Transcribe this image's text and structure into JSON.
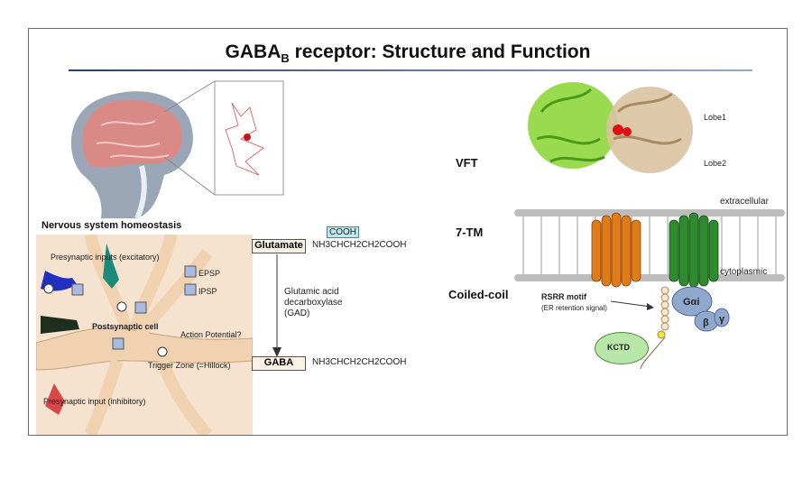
{
  "title": {
    "main": "GABA",
    "sub": "B",
    "rest": " receptor: Structure and Function"
  },
  "left": {
    "heading": "Nervous system homeostasis",
    "neuron_labels": {
      "presyn_exc": "Presynaptic inputs (excitatory)",
      "epsp": "EPSP",
      "ipsp": "IPSP",
      "postsyn": "Postsynaptic cell",
      "action": "Action Potential?",
      "trigger": "Trigger Zone (=Hillock)",
      "presyn_inh": "Presynaptic input (inhibitory)"
    }
  },
  "middle": {
    "cooh": "COOH",
    "glutamate": "Glutamate",
    "glu_formula": "NH3CHCH2CH2COOH",
    "enzyme": [
      "Glutamic acid",
      "decarboxylase",
      "(GAD)"
    ],
    "gaba": "GABA",
    "gaba_formula": "NH3CHCH2CH2COOH"
  },
  "right": {
    "vft": "VFT",
    "tm": "7-TM",
    "coiled": "Coiled-coil",
    "lobe1": "Lobe1",
    "lobe2": "Lobe2",
    "extracellular": "extracellular",
    "cytoplasmic": "cytoplasmic",
    "rsrr": "RSRR motif",
    "er": "(ER retention signal)",
    "kctd": "KCTD",
    "galpha": "Gαi",
    "beta": "β",
    "gamma": "γ"
  },
  "colors": {
    "rule": "#2b3d7a",
    "orange": "#e07b1a",
    "green": "#2e8b2e",
    "protein_green": "#8ed63c",
    "protein_tan": "#d9c2a0",
    "blue": "#8fa8cc",
    "kctd": "#b8e6a8"
  }
}
